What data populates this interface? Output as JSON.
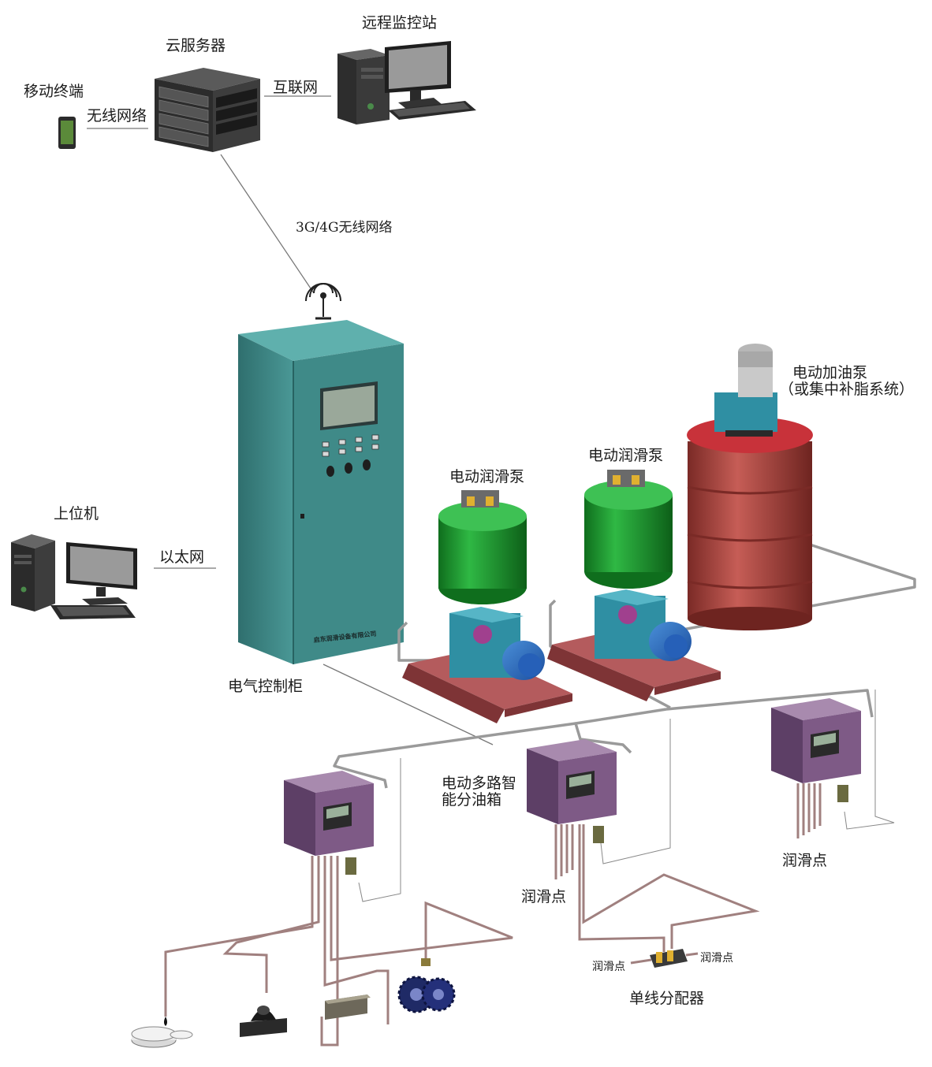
{
  "labels": {
    "remote_station": "远程监控站",
    "cloud_server": "云服务器",
    "internet": "互联网",
    "mobile_terminal": "移动终端",
    "wireless_network": "无线网络",
    "cellular_network": "3G/4G无线网络",
    "host_computer": "上位机",
    "ethernet": "以太网",
    "control_cabinet": "电气控制柜",
    "cabinet_maker": "启东润滑设备有限公司",
    "lube_pump_1": "电动润滑泵",
    "lube_pump_2": "电动润滑泵",
    "refuel_pump_line1": "电动加油泵",
    "refuel_pump_line2": "（或集中补脂系统）",
    "distributor_box_line1": "电动多路智",
    "distributor_box_line2": "能分油箱",
    "lube_point_a": "润滑点",
    "lube_point_b": "润滑点",
    "lube_point_c": "润滑点",
    "lube_point_d": "润滑点",
    "single_line_distributor": "单线分配器"
  },
  "colors": {
    "cabinet": "#3f8a88",
    "pump_tank": "#1f9a2e",
    "pump_base": "#a5484a",
    "pump_body": "#2f8fa3",
    "drum": "#b84a45",
    "distributor_box": "#7e5a86",
    "pipe": "#a9898a"
  }
}
